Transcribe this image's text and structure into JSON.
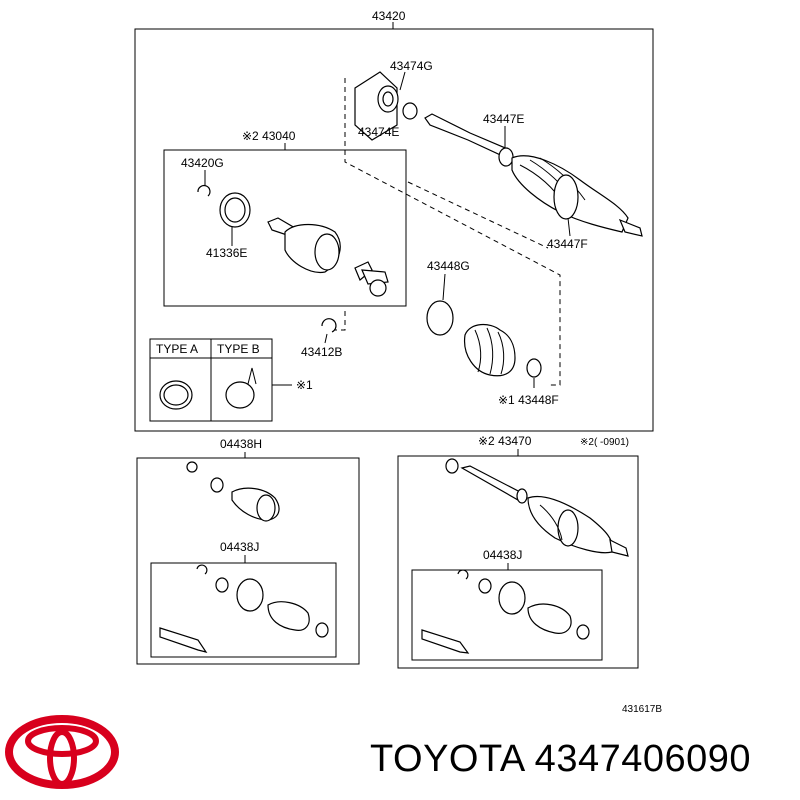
{
  "diagram": {
    "labels": {
      "main_assembly": "43420",
      "bearing_top": "43474G",
      "bearing_bottom": "43474E",
      "boot_clamp_e": "43447E",
      "boot_clamp_f": "43447F",
      "inner_joint_kit": "※2 43040",
      "snap_ring_g": "43420G",
      "boot_clamp_41336e": "41336E",
      "boot_clamp_g": "43448G",
      "snap_ring_b": "43412B",
      "boot_clamp_448f": "※1 43448F",
      "type_a": "TYPE  A",
      "type_b": "TYPE  B",
      "note_1": "※1",
      "kit_h": "04438H",
      "shaft_assy": "※2 43470",
      "shaft_note": "※2(    -0901)",
      "kit_j_left": "04438J",
      "kit_j_right": "04438J",
      "diagram_id": "431617B"
    }
  },
  "footer": {
    "brand_text": "TOYOTA 4347406090",
    "logo_color": "#d8001d"
  }
}
